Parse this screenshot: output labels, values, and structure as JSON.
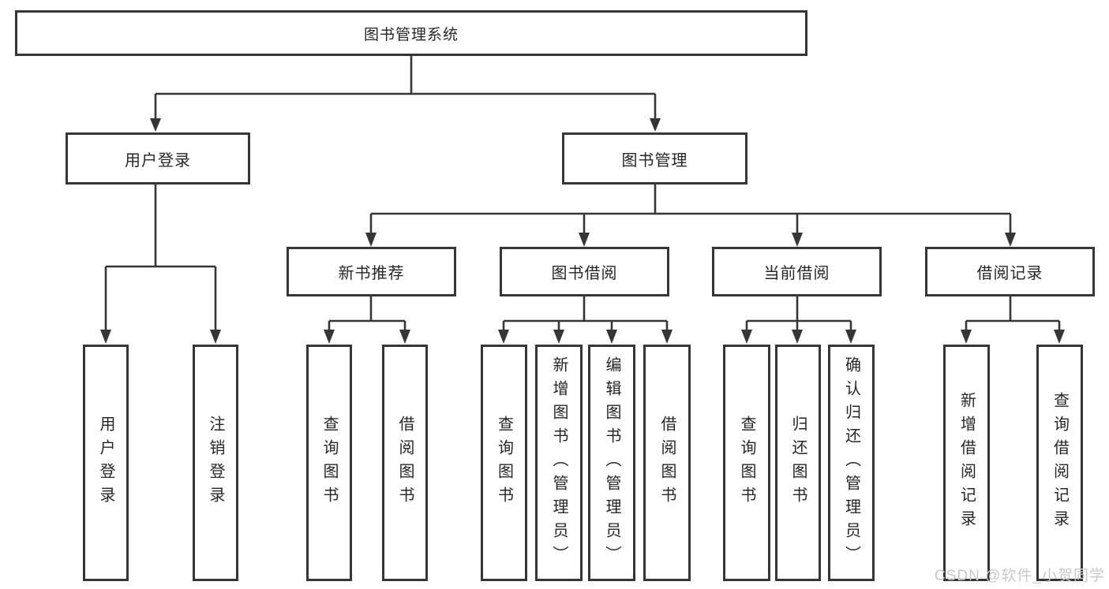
{
  "tree": {
    "root": {
      "label": "图书管理系统",
      "children": [
        {
          "label": "用户登录",
          "children": [
            {
              "label": "用户登录"
            },
            {
              "label": "注销登录"
            }
          ]
        },
        {
          "label": "图书管理",
          "children": [
            {
              "label": "新书推荐",
              "children": [
                {
                  "label": "查询图书"
                },
                {
                  "label": "借阅图书"
                }
              ]
            },
            {
              "label": "图书借阅",
              "children": [
                {
                  "label": "查询图书"
                },
                {
                  "label": "新增图书（管理员）"
                },
                {
                  "label": "编辑图书（管理员）"
                },
                {
                  "label": "借阅图书"
                }
              ]
            },
            {
              "label": "当前借阅",
              "children": [
                {
                  "label": "查询图书"
                },
                {
                  "label": "归还图书"
                },
                {
                  "label": "确认归还（管理员）"
                }
              ]
            },
            {
              "label": "借阅记录",
              "children": [
                {
                  "label": "新增借阅记录"
                },
                {
                  "label": "查询借阅记录"
                }
              ]
            }
          ]
        }
      ]
    }
  },
  "watermark": {
    "text": "CSDN @软件_小贺同学"
  },
  "colors": {
    "line": "#363636",
    "box_border": "#363636",
    "box_fill": "#ffffff",
    "text": "#262626",
    "watermark_text": "#c9c9c9",
    "background": "#ffffff"
  }
}
